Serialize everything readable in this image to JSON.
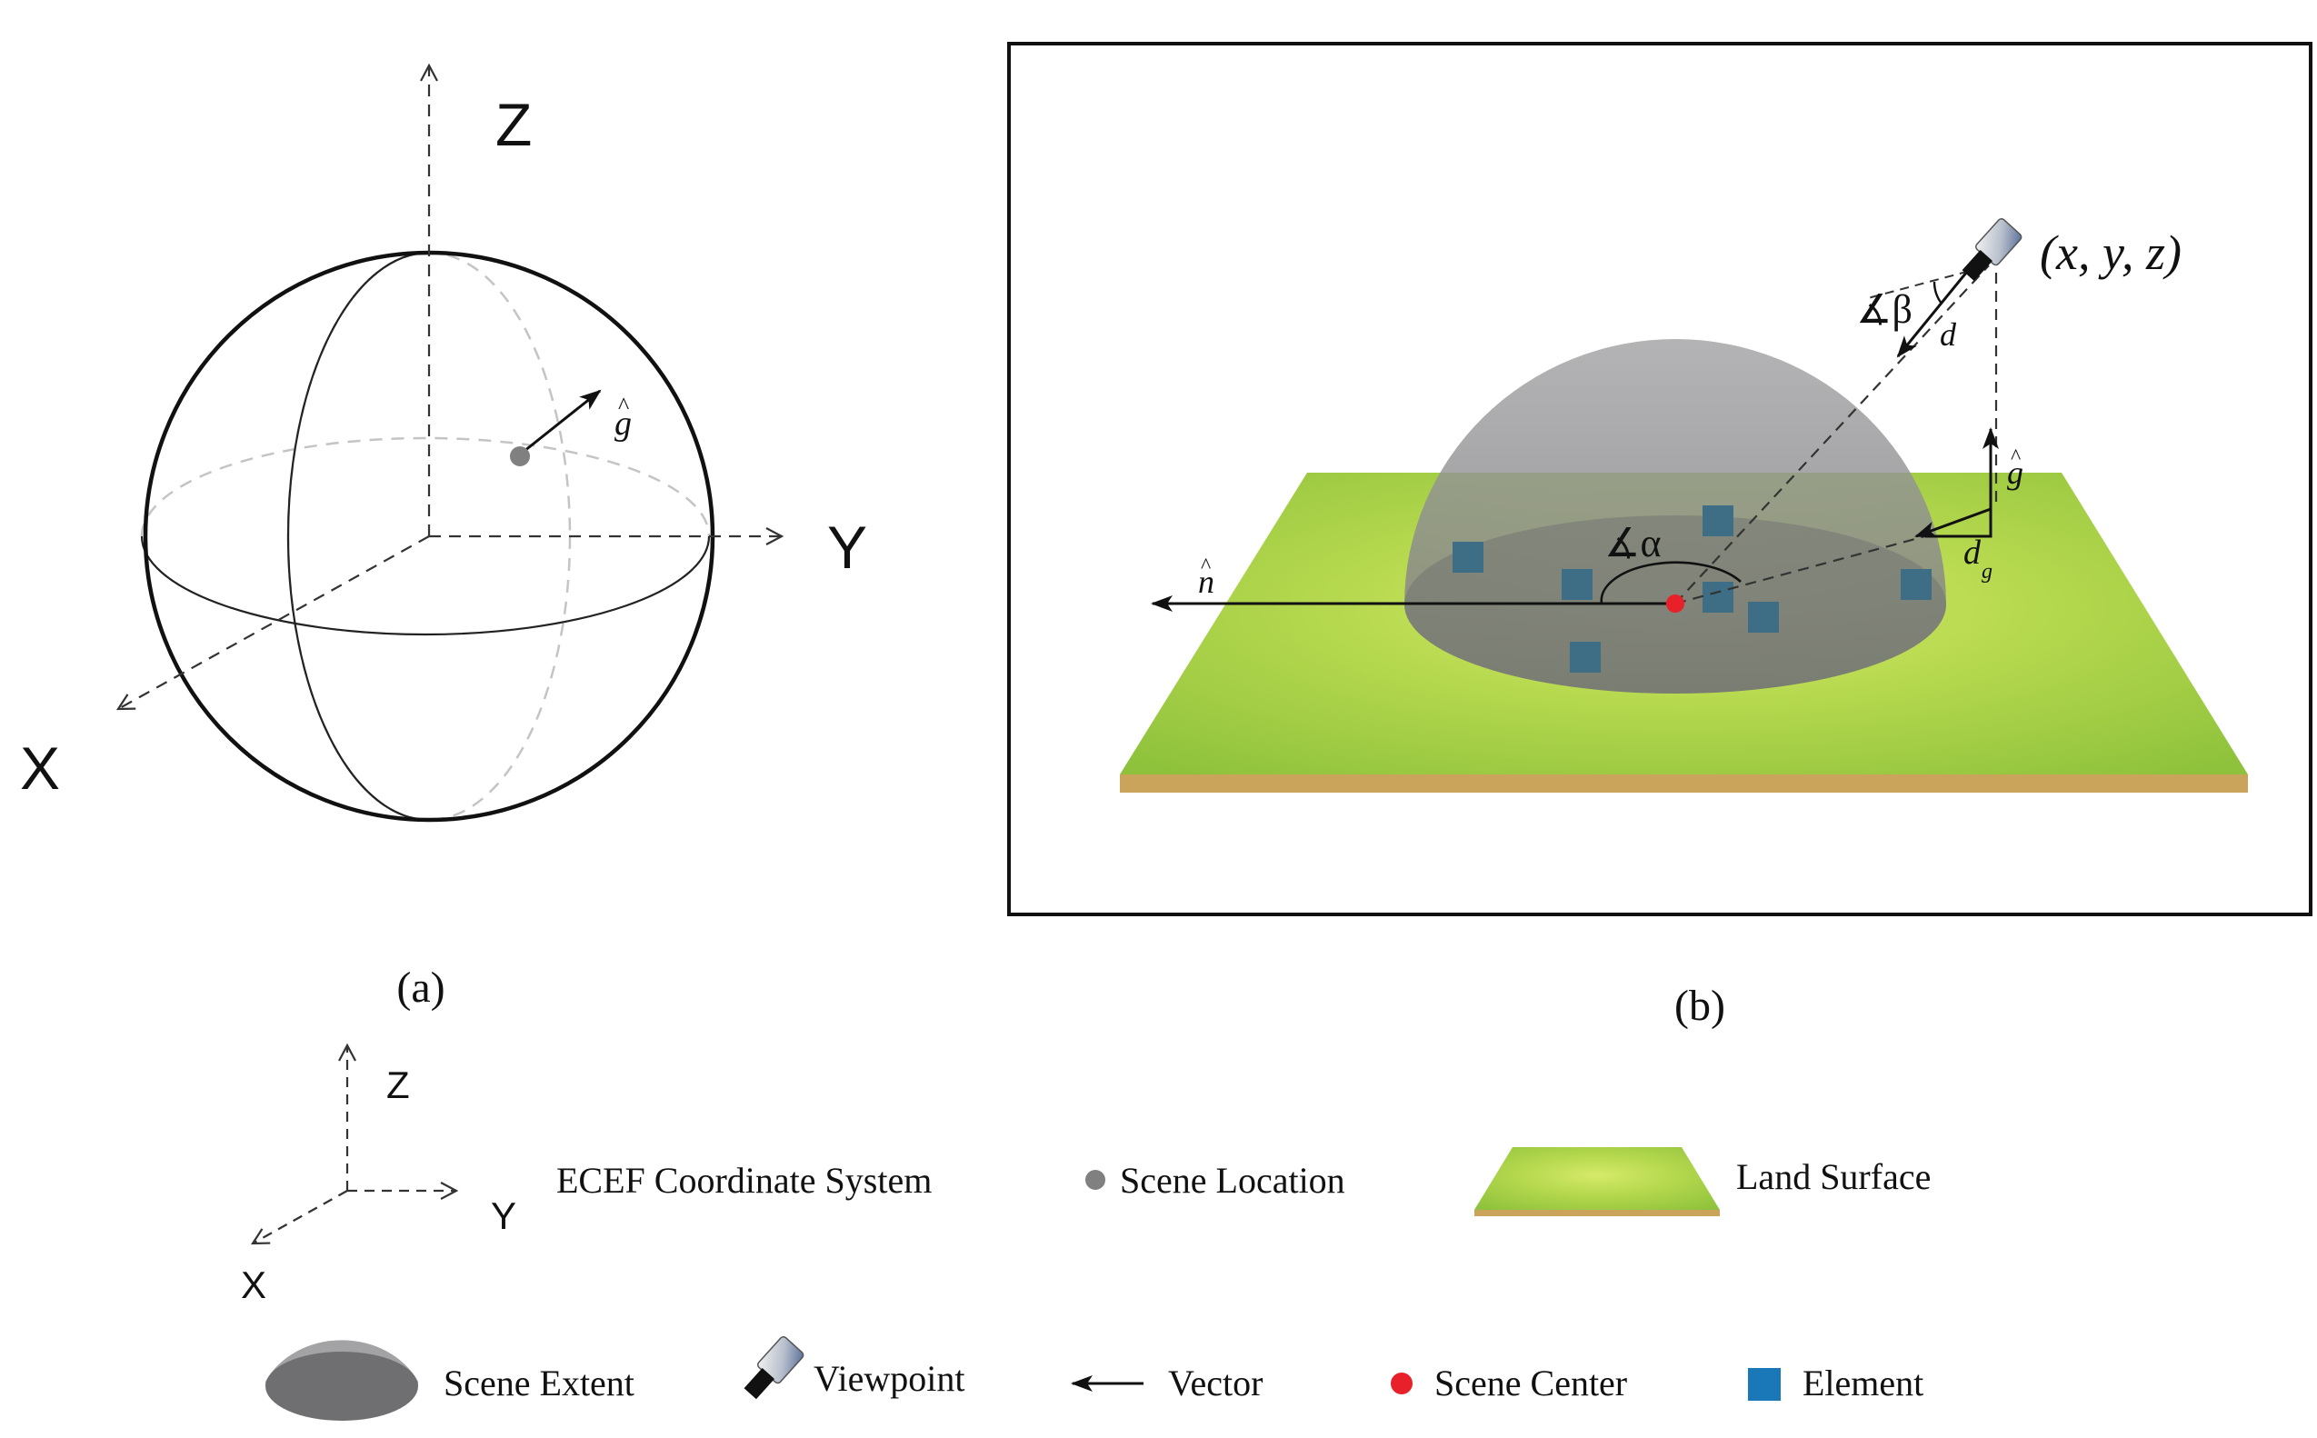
{
  "panel_a": {
    "axis_z": "Z",
    "axis_y": "Y",
    "axis_x": "X",
    "vector_g": "g",
    "caption": "(a)"
  },
  "panel_b": {
    "viewpoint_coords": "(x, y, z)",
    "angle_beta": "∡β",
    "angle_alpha": "∡α",
    "vector_d": "d",
    "vector_g": "g",
    "vector_dg": "d",
    "vector_dg_sub": "g",
    "vector_n": "n",
    "caption": "(b)"
  },
  "legend": {
    "axis_z": "Z",
    "axis_y": "Y",
    "axis_x": "X",
    "ecef": "ECEF Coordinate System",
    "scene_location": "Scene Location",
    "land_surface": "Land Surface",
    "scene_extent": "Scene Extent",
    "viewpoint": "Viewpoint",
    "vector": "Vector",
    "scene_center": "Scene Center",
    "element": "Element"
  },
  "colors": {
    "land_green": "#a8d04a",
    "land_edge": "#c9a45a",
    "dome_gray": "#8c8c8e",
    "element_blue": "#3d6e86",
    "legend_element_blue": "#1a78b8",
    "scene_center_red": "#e8202a",
    "scene_location_gray": "#808080"
  }
}
